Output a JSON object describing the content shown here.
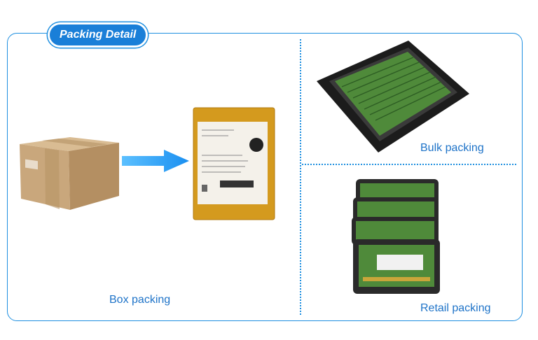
{
  "header": {
    "title": "Packing Detail"
  },
  "sections": {
    "box": {
      "caption": "Box packing"
    },
    "bulk": {
      "caption": "Bulk packing"
    },
    "retail": {
      "caption": "Retail packing"
    }
  },
  "colors": {
    "accent": "#1a7fd8",
    "border": "#1e8fe0",
    "caption": "#1e73c8",
    "cardboard": "#c9a77c",
    "envelope": "#d49a1e",
    "pcb": "#4f8a3a"
  },
  "icons": [
    "cardboard-box-icon",
    "arrow-right-icon",
    "padded-envelope-icon",
    "bulk-tray-icon",
    "retail-clamshell-icon"
  ]
}
